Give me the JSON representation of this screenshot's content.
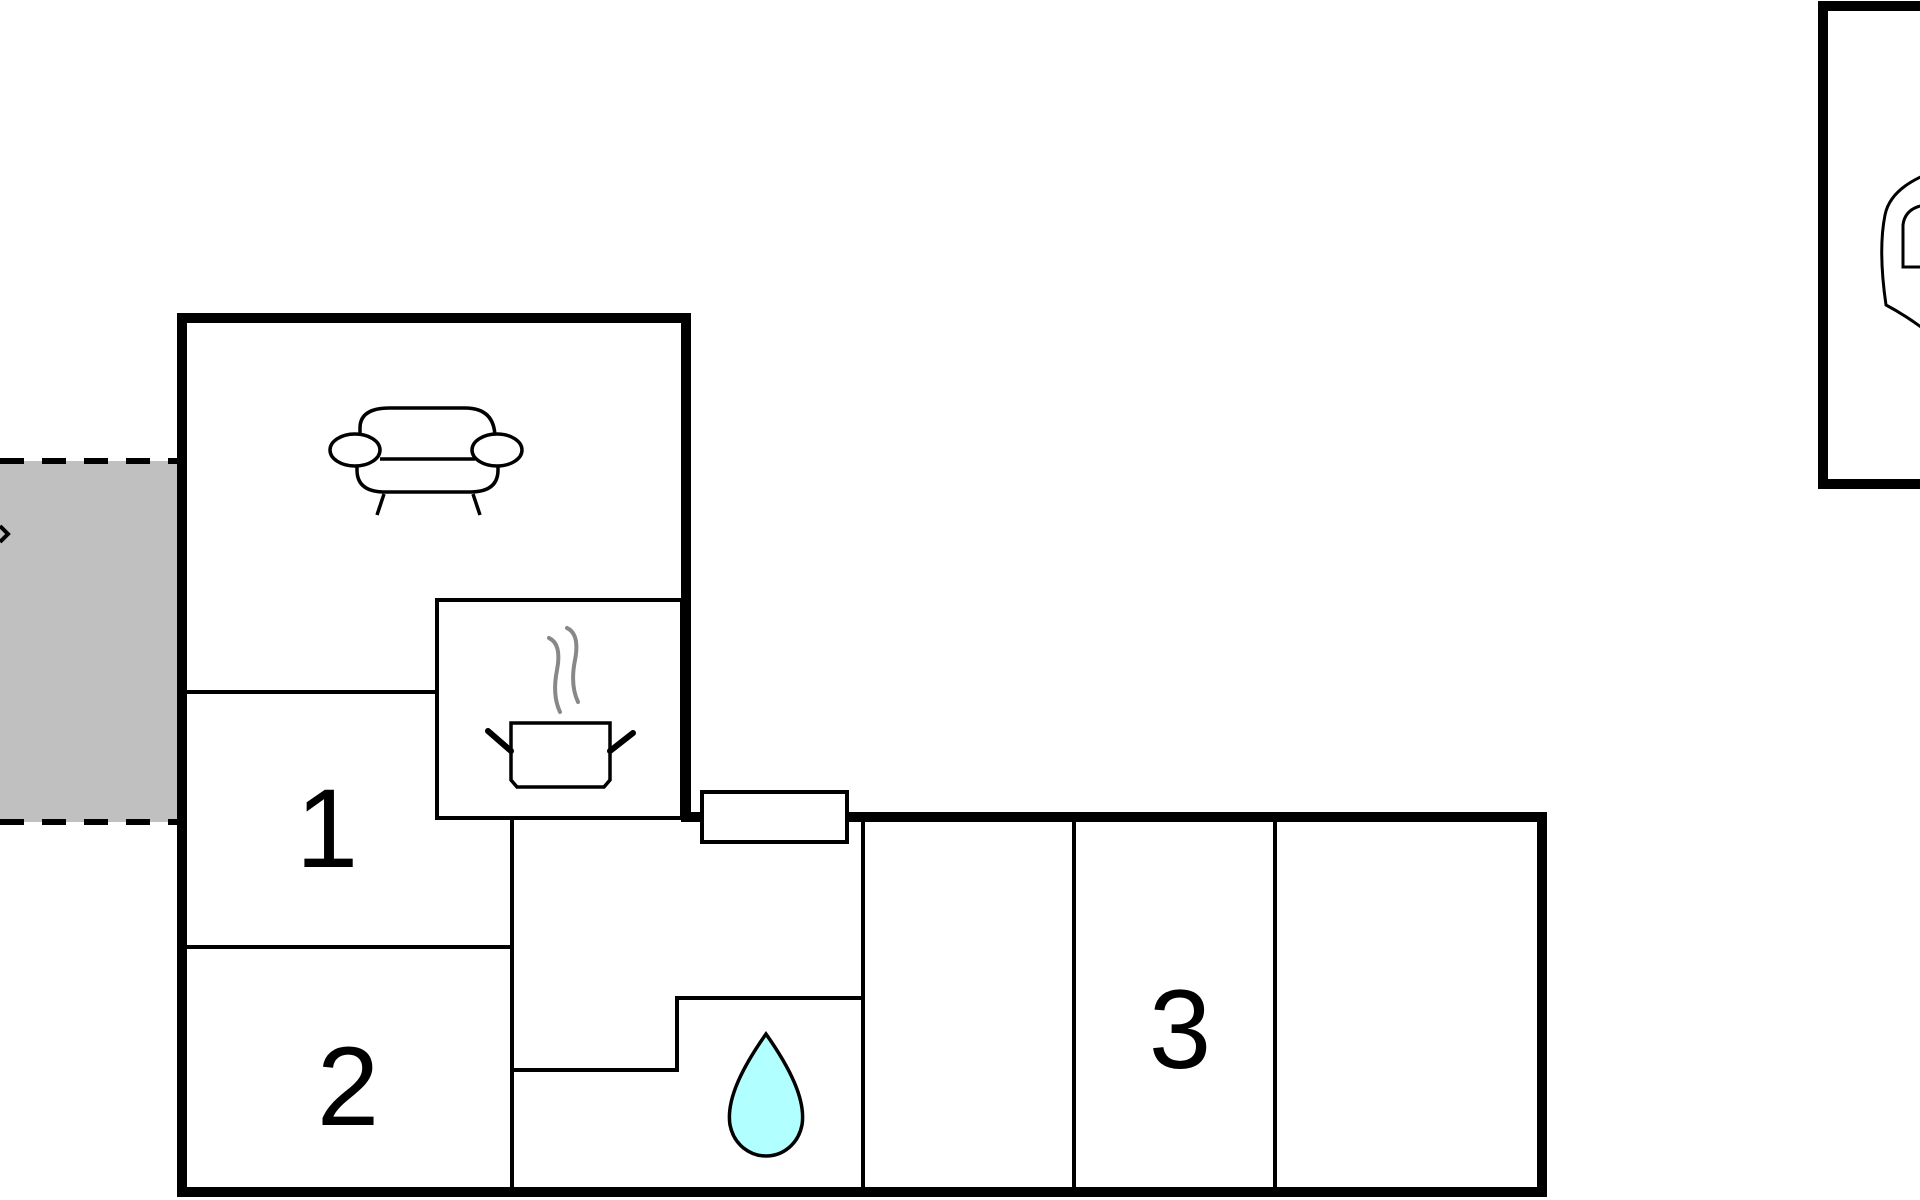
{
  "floorplan": {
    "rooms": [
      {
        "id": "bedroom-1",
        "label": "1"
      },
      {
        "id": "bedroom-2",
        "label": "2"
      },
      {
        "id": "bedroom-3",
        "label": "3"
      }
    ],
    "icons": [
      {
        "room": "living-room",
        "icon": "sofa-icon"
      },
      {
        "room": "kitchen",
        "icon": "cooking-pot-icon"
      },
      {
        "room": "bathroom",
        "icon": "water-drop-icon"
      },
      {
        "room": "annex",
        "icon": "toilet-icon"
      }
    ],
    "colors": {
      "wall": "#000000",
      "terrace_fill": "#c0c0c0",
      "water_drop_fill": "#b2ffff",
      "steam": "#888888",
      "background": "#ffffff"
    }
  }
}
